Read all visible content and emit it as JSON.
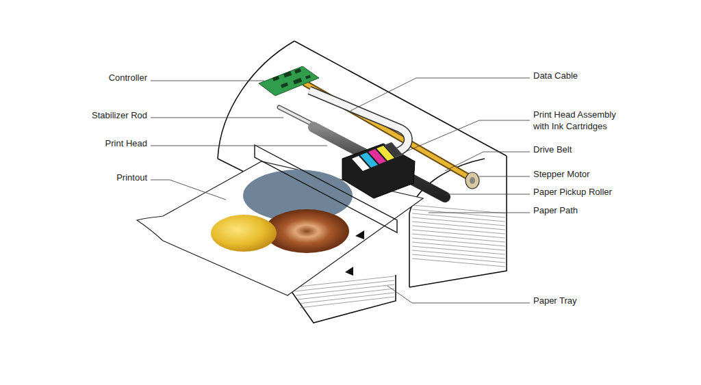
{
  "diagram": {
    "labels": [
      "Controller",
      "Stabilizer Rod",
      "Print Head",
      "Printout",
      "Data Cable",
      "Print Head Assembly with Ink Cartridges",
      "Drive Belt",
      "Stepper Motor",
      "Paper Pickup Roller",
      "Paper Path",
      "Paper Tray"
    ]
  }
}
